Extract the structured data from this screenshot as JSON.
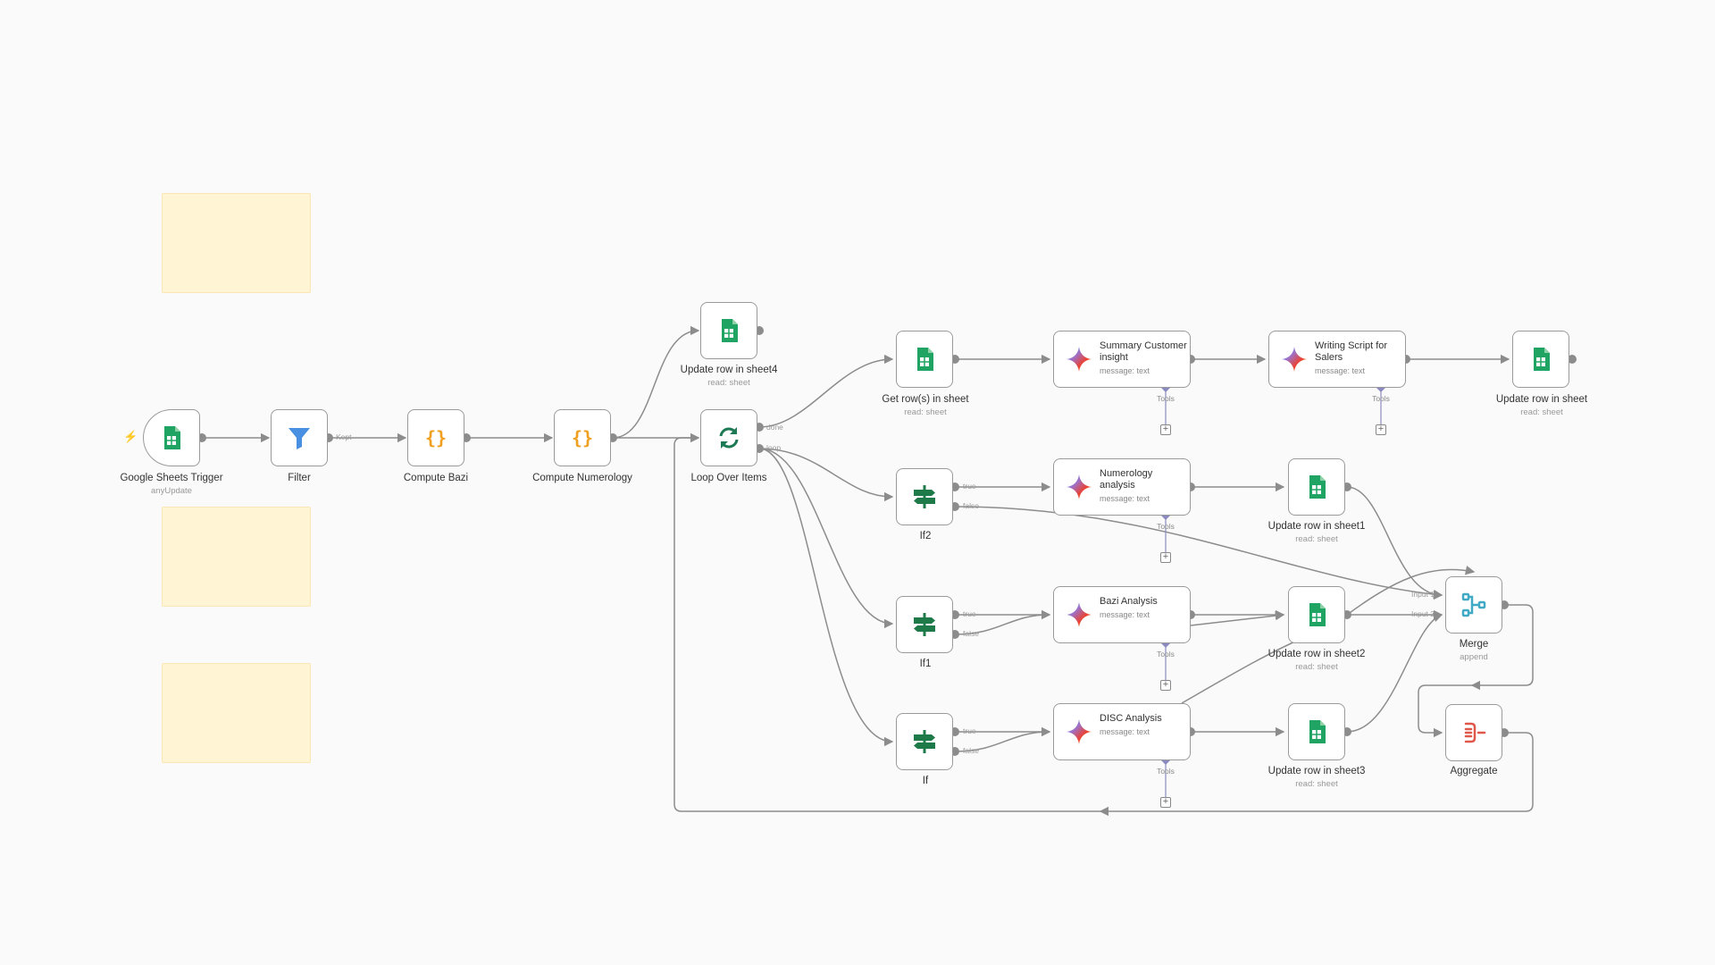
{
  "nodes": {
    "google_sheets_trigger": {
      "label": "Google Sheets Trigger",
      "sub": "anyUpdate"
    },
    "filter": {
      "label": "Filter",
      "port_label": "Kept"
    },
    "compute_bazi": {
      "label": "Compute Bazi"
    },
    "compute_numerology": {
      "label": "Compute Numerology"
    },
    "update_row_sheet4": {
      "label": "Update row in sheet4",
      "sub": "read: sheet"
    },
    "loop_over_items": {
      "label": "Loop Over Items",
      "port_done": "done",
      "port_loop": "loop"
    },
    "get_rows_sheet": {
      "label": "Get row(s) in sheet",
      "sub": "read: sheet"
    },
    "summary_insight": {
      "title": "Summary Customer insight",
      "sub": "message: text"
    },
    "writing_script": {
      "title": "Writing Script for Salers",
      "sub": "message: text"
    },
    "update_row_sheet": {
      "label": "Update row in sheet",
      "sub": "read: sheet"
    },
    "if2": {
      "label": "If2"
    },
    "if1": {
      "label": "If1"
    },
    "if": {
      "label": "If"
    },
    "numerology_analysis": {
      "title": "Numerology analysis",
      "sub": "message: text"
    },
    "bazi_analysis": {
      "title": "Bazi Analysis",
      "sub": "message: text"
    },
    "disc_analysis": {
      "title": "DISC Analysis",
      "sub": "message: text"
    },
    "update_row_sheet1": {
      "label": "Update row in sheet1",
      "sub": "read: sheet"
    },
    "update_row_sheet2": {
      "label": "Update row in sheet2",
      "sub": "read: sheet"
    },
    "update_row_sheet3": {
      "label": "Update row in sheet3",
      "sub": "read: sheet"
    },
    "merge": {
      "label": "Merge",
      "sub": "append",
      "input1": "Input 1",
      "input2": "Input 2"
    },
    "aggregate": {
      "label": "Aggregate"
    }
  },
  "port_labels": {
    "true": "true",
    "false": "false",
    "tools": "Tools"
  },
  "colors": {
    "sheets_green": "#1fa463",
    "filter_blue": "#4a90e2",
    "code_orange": "#f0a020",
    "loop_green": "#1d7a55",
    "if_green": "#1e7a48",
    "merge_teal": "#40a9c4",
    "aggregate_red": "#e0584a",
    "sticky": "#fff4d4",
    "edge": "#8c8c8c",
    "tool_port": "#8a8ac0"
  },
  "icons": {
    "sheets": "google-sheets-icon",
    "filter": "filter-funnel-icon",
    "code": "curly-braces-code-icon",
    "loop": "loop-arrows-icon",
    "if": "signpost-icon",
    "gemini": "gemini-sparkle-icon",
    "merge": "merge-icon",
    "aggregate": "aggregate-icon"
  }
}
